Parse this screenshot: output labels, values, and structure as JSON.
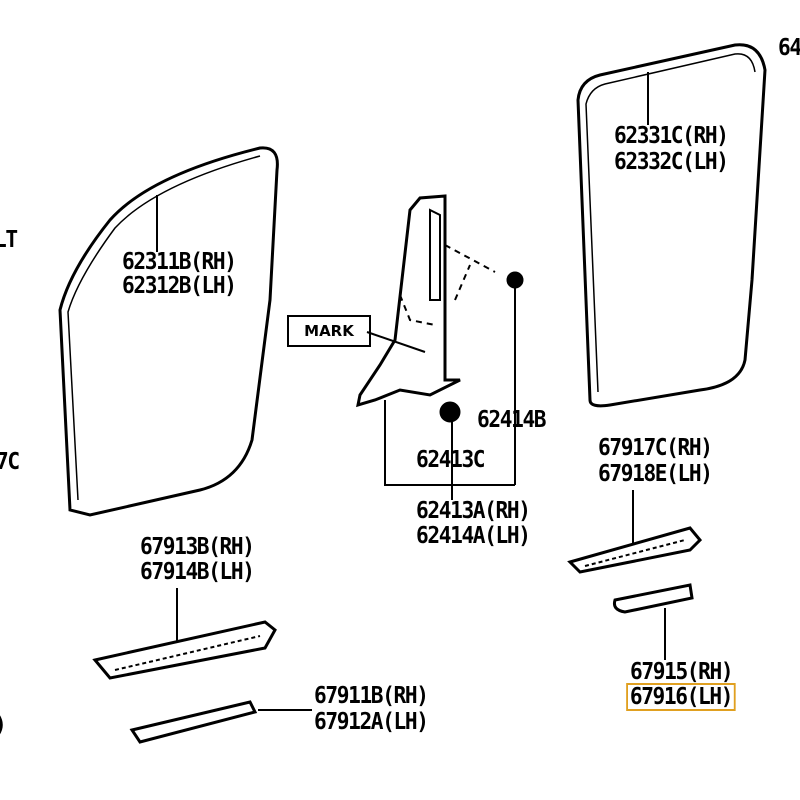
{
  "edge_labels": {
    "top_right": "64",
    "left_1": "LT",
    "left_2": "7C",
    "left_3": ")"
  },
  "parts": {
    "front_weatherstrip": {
      "rh": "62311B(RH)",
      "lh": "62312B(LH)"
    },
    "rear_weatherstrip": {
      "rh": "62331C(RH)",
      "lh": "62332C(LH)"
    },
    "pillar_garnish": {
      "rh": "62413A(RH)",
      "lh": "62414A(LH)"
    },
    "clip_1": "62414B",
    "clip_2": "62413C",
    "front_scuff_plate": {
      "rh": "67913B(RH)",
      "lh": "67914B(LH)"
    },
    "front_step_plate": {
      "rh": "67911B(RH)",
      "lh": "67912A(LH)"
    },
    "rear_scuff_plate": {
      "rh": "67917C(RH)",
      "lh": "67918E(LH)"
    },
    "rear_step_plate": {
      "rh": "67915(RH)",
      "lh": "67916(LH)"
    }
  },
  "mark_label": "MARK",
  "highlight_color": "#e0a020"
}
